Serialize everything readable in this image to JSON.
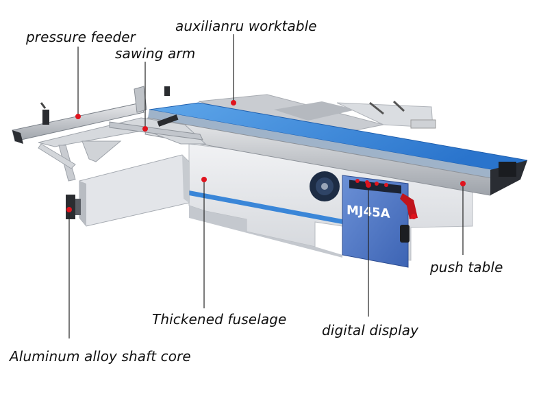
{
  "labels": {
    "pressure_feeder": "pressure feeder",
    "auxiliary_worktable": "auxilianru worktable",
    "sawing_arm": "sawing arm",
    "push_table": "push table",
    "thickened_fuselage": "Thickened fuselage",
    "digital_display": "digital display",
    "aluminum_core": "Aluminum alloy shaft core"
  },
  "machine": {
    "model": "MJ45A"
  },
  "colors": {
    "callout_dot": "#e0141e",
    "leader_line": "#222222",
    "table_blue": "#2f7fd6",
    "panel_blue": "#4a74c4",
    "body_gray": "#e4e6ea",
    "stripe_blue": "#3a86d8"
  }
}
